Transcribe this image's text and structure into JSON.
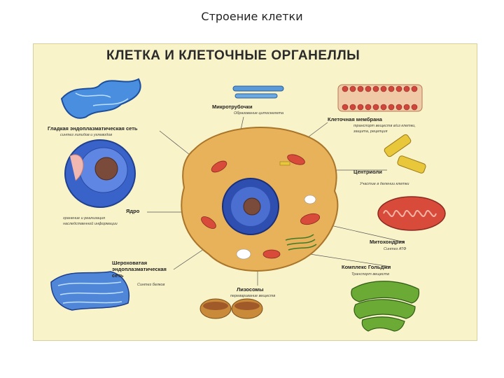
{
  "slide": {
    "title": "Строение клетки"
  },
  "poster": {
    "title": "КЛЕТКА И КЛЕТОЧНЫЕ ОРГАНЕЛЛЫ",
    "labels": {
      "smooth_er": {
        "name": "Гладкая эндоплазматическая сеть",
        "caption": "синтез липидов и углеводов"
      },
      "microtubules": {
        "name": "Микротрубочки",
        "caption": "Образование цитоскелета"
      },
      "cell_membrane": {
        "name": "Клеточная мембрана",
        "caption_1": "транспорт веществ в/из клетки,",
        "caption_2": "защита, рецепция"
      },
      "centrioles": {
        "name": "Центриоли",
        "caption": "Участие в делении клетки"
      },
      "nucleus": {
        "name": "Ядро",
        "caption_1": "хранение и реализация",
        "caption_2": "наследственной информации"
      },
      "mitochondria": {
        "name": "Митохондрия",
        "caption": "Синтез АТФ"
      },
      "rough_er": {
        "name_1": "Шероховатая",
        "name_2": "эндоплазматическая",
        "name_3": "сеть",
        "caption": "Синтез белков"
      },
      "golgi": {
        "name": "Комплекс Гольджи",
        "caption": "Транспорт веществ"
      },
      "lysosomes": {
        "name": "Лизосомы",
        "caption": "переваривание веществ"
      }
    }
  },
  "colors": {
    "poster_bg": "#f9f3c9",
    "cytoplasm": "#e8b25a",
    "nucleus": "#2f4fb0",
    "mitochondria": "#d84a3a",
    "er_blue": "#3b79d4",
    "golgi_green": "#5e9a2a",
    "centriole_yellow": "#e8c83a"
  }
}
